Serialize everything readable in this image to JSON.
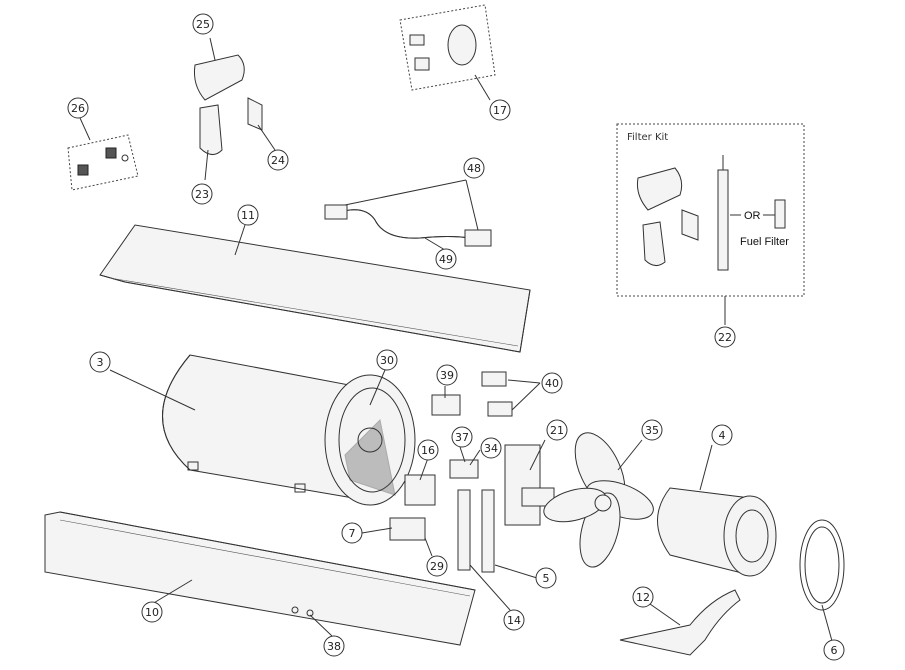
{
  "callouts": [
    {
      "id": "3",
      "label": "3"
    },
    {
      "id": "4",
      "label": "4"
    },
    {
      "id": "5",
      "label": "5"
    },
    {
      "id": "6",
      "label": "6"
    },
    {
      "id": "7",
      "label": "7"
    },
    {
      "id": "10",
      "label": "10"
    },
    {
      "id": "11",
      "label": "11"
    },
    {
      "id": "12",
      "label": "12"
    },
    {
      "id": "14",
      "label": "14"
    },
    {
      "id": "16",
      "label": "16"
    },
    {
      "id": "17",
      "label": "17"
    },
    {
      "id": "21",
      "label": "21"
    },
    {
      "id": "22",
      "label": "22"
    },
    {
      "id": "23",
      "label": "23"
    },
    {
      "id": "24",
      "label": "24"
    },
    {
      "id": "25",
      "label": "25"
    },
    {
      "id": "26",
      "label": "26"
    },
    {
      "id": "29",
      "label": "29"
    },
    {
      "id": "30",
      "label": "30"
    },
    {
      "id": "34",
      "label": "34"
    },
    {
      "id": "35",
      "label": "35"
    },
    {
      "id": "37",
      "label": "37"
    },
    {
      "id": "38",
      "label": "38"
    },
    {
      "id": "39",
      "label": "39"
    },
    {
      "id": "40",
      "label": "40"
    },
    {
      "id": "48",
      "label": "48"
    },
    {
      "id": "49",
      "label": "49"
    }
  ],
  "filter_kit": {
    "title": "Filter Kit",
    "or_label": "OR",
    "fuel_filter_label": "Fuel Filter"
  }
}
